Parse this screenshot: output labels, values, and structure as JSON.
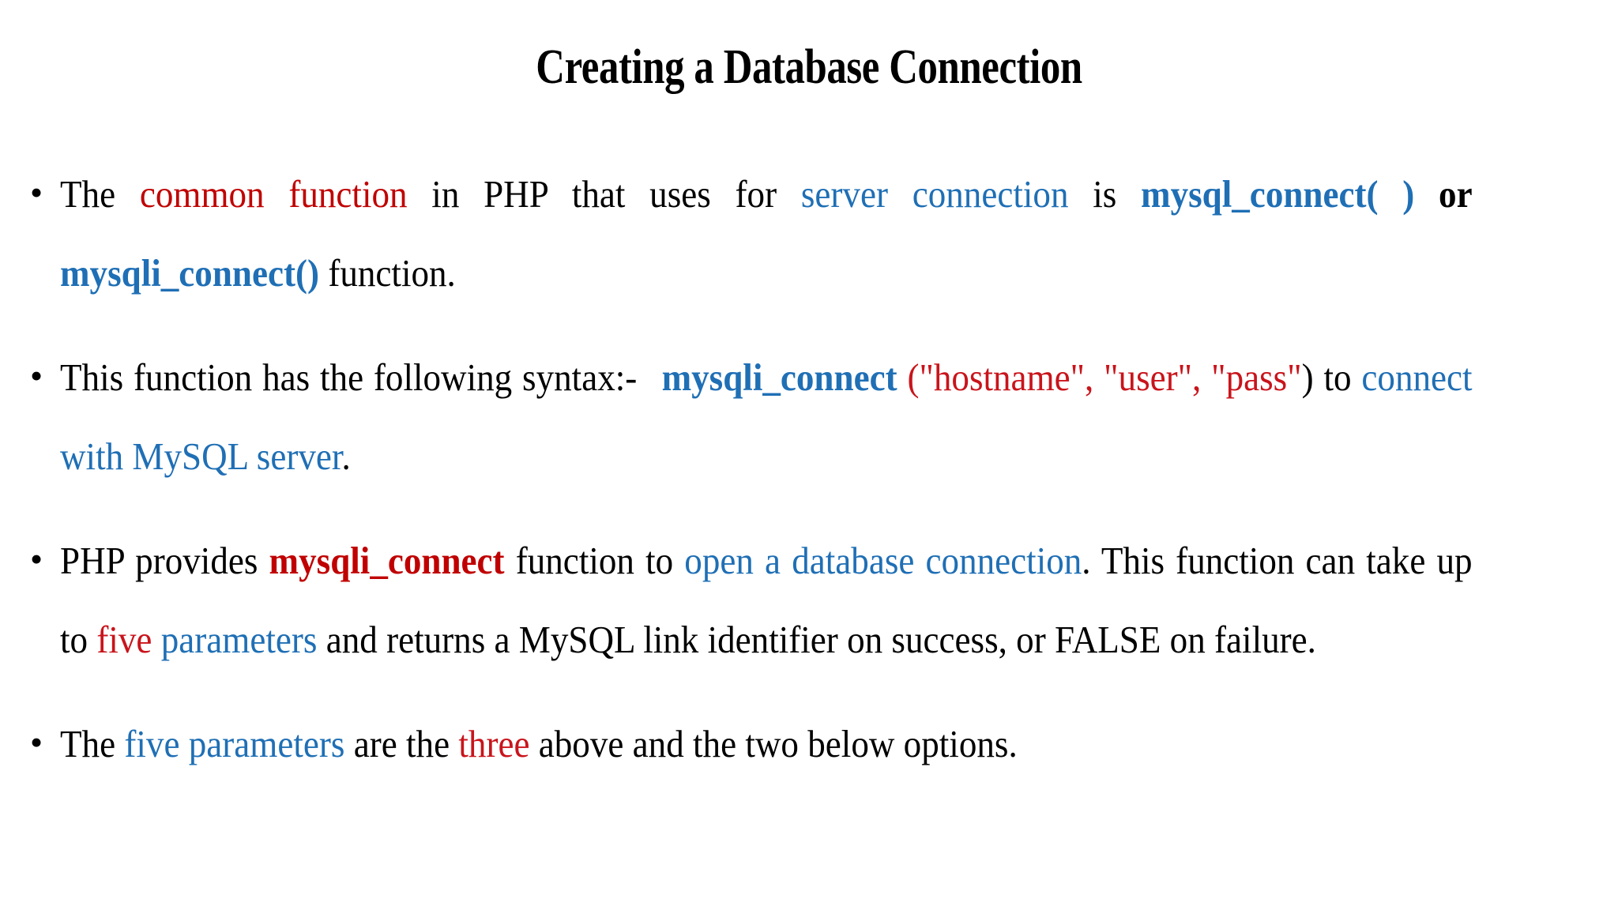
{
  "slide": {
    "title": "Creating a Database Connection",
    "colors": {
      "text": "#000000",
      "accent_red": "#C00000",
      "accent_red_bright": "#C9141B",
      "accent_blue": "#1F6FB5",
      "background": "#FFFFFF"
    },
    "bullet_marker": "•",
    "bullets": [
      {
        "id": "bullet-1",
        "runs": [
          {
            "text": "The ",
            "color": "black",
            "bold": false
          },
          {
            "text": "common function",
            "color": "red",
            "bold": false
          },
          {
            "text": " in PHP that uses for ",
            "color": "black",
            "bold": false
          },
          {
            "text": "server connection",
            "color": "blue",
            "bold": false
          },
          {
            "text": " is ",
            "color": "black",
            "bold": false
          },
          {
            "text": "mysql_connect( )",
            "color": "blue",
            "bold": true
          },
          {
            "text": " or ",
            "color": "black",
            "bold": true
          },
          {
            "text": "mysqli_connect()",
            "color": "blue",
            "bold": true
          },
          {
            "text": " function.",
            "color": "black",
            "bold": false
          }
        ],
        "plain": "The common function in PHP that uses for server connection is mysql_connect( ) or mysqli_connect() function."
      },
      {
        "id": "bullet-2",
        "runs": [
          {
            "text": "This function has the following syntax:-",
            "color": "black",
            "bold": false
          },
          {
            "text": "mysqli_connect",
            "color": "blue",
            "bold": true
          },
          {
            "text": " (\"hostname\", \"user\", \"pass\"",
            "color": "red-bright",
            "bold": false
          },
          {
            "text": ") to ",
            "color": "black",
            "bold": false
          },
          {
            "text": "connect with MySQL server",
            "color": "blue",
            "bold": false
          },
          {
            "text": ".",
            "color": "black",
            "bold": false
          }
        ],
        "plain": "This function has the following syntax:-  mysqli_connect (\"hostname\", \"user\", \"pass\") to connect with MySQL server."
      },
      {
        "id": "bullet-3",
        "runs": [
          {
            "text": "PHP provides ",
            "color": "black",
            "bold": false
          },
          {
            "text": "mysqli_connect",
            "color": "red",
            "bold": true
          },
          {
            "text": " function to ",
            "color": "black",
            "bold": false
          },
          {
            "text": "open a database connection",
            "color": "blue",
            "bold": false
          },
          {
            "text": ". This function can take up to ",
            "color": "black",
            "bold": false
          },
          {
            "text": "five",
            "color": "red-bright",
            "bold": false
          },
          {
            "text": " parameters",
            "color": "blue",
            "bold": false
          },
          {
            "text": " and returns a MySQL link identifier on success, or FALSE on failure.",
            "color": "black",
            "bold": false
          }
        ],
        "plain": "PHP provides mysqli_connect function to open a database connection. This function can take up to five parameters and returns a MySQL link identifier on success, or FALSE on failure."
      },
      {
        "id": "bullet-4",
        "runs": [
          {
            "text": "The ",
            "color": "black",
            "bold": false
          },
          {
            "text": "five parameters",
            "color": "blue",
            "bold": false
          },
          {
            "text": " are the ",
            "color": "black",
            "bold": false
          },
          {
            "text": "three",
            "color": "red-bright",
            "bold": false
          },
          {
            "text": " above and the two below options.",
            "color": "black",
            "bold": false
          }
        ],
        "plain": "The five parameters are the three above and the two below options."
      }
    ]
  }
}
